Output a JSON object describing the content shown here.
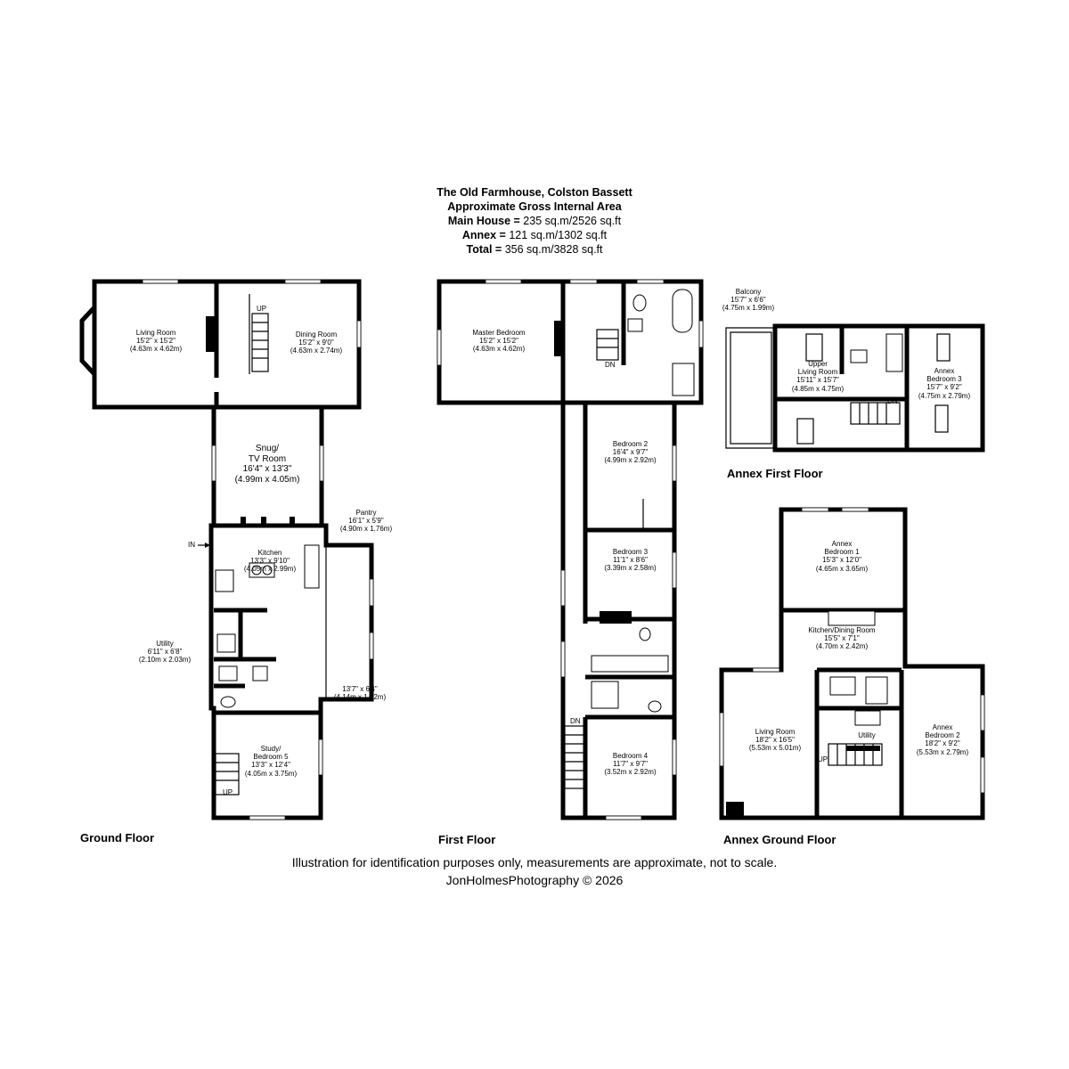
{
  "header": {
    "title": "The Old Farmhouse, Colston Bassett",
    "subtitle": "Approximate Gross Internal Area",
    "main_label": "Main House =",
    "main_value": "235 sq.m/2526 sq.ft",
    "annex_label": "Annex =",
    "annex_value": "121 sq.m/1302 sq.ft",
    "total_label": "Total =",
    "total_value": "356 sq.m/3828 sq.ft"
  },
  "floors": {
    "ground": "Ground Floor",
    "first": "First Floor",
    "annex_first": "Annex First Floor",
    "annex_ground": "Annex Ground Floor"
  },
  "markers": {
    "up": "UP",
    "dn": "DN",
    "in": "IN"
  },
  "rooms": {
    "gf_living": {
      "name": "Living Room",
      "dims": "15'2\" x 15'2\"",
      "metric": "(4.63m x 4.62m)"
    },
    "gf_dining": {
      "name": "Dining Room",
      "dims": "15'2\" x 9'0\"",
      "metric": "(4.63m x 2.74m)"
    },
    "gf_snug": {
      "name": "Snug/",
      "name2": "TV Room",
      "dims": "16'4\" x 13'3\"",
      "metric": "(4.99m x 4.05m)"
    },
    "gf_pantry": {
      "name": "Pantry",
      "dims": "16'1\" x 5'9\"",
      "metric": "(4.90m x 1.76m)"
    },
    "gf_kitchen": {
      "name": "Kitchen",
      "dims": "13'3\" x 9'10\"",
      "metric": "(4.05m x 2.99m)"
    },
    "gf_utility": {
      "name": "Utility",
      "dims": "6'11\" x 6'8\"",
      "metric": "(2.10m x 2.03m)"
    },
    "gf_hall": {
      "dims": "13'7\" x 6'4\"",
      "metric": "(4.14m x 1.92m)"
    },
    "gf_study": {
      "name": "Study/",
      "name2": "Bedroom 5",
      "dims": "13'3\" x 12'4\"",
      "metric": "(4.05m x 3.75m)"
    },
    "ff_master": {
      "name": "Master Bedroom",
      "dims": "15'2\" x 15'2\"",
      "metric": "(4.63m x 4.62m)"
    },
    "ff_bed2": {
      "name": "Bedroom 2",
      "dims": "16'4\" x 9'7\"",
      "metric": "(4.99m x 2.92m)"
    },
    "ff_bed3": {
      "name": "Bedroom 3",
      "dims": "11'1\" x 8'6\"",
      "metric": "(3.39m x 2.58m)"
    },
    "ff_bed4": {
      "name": "Bedroom 4",
      "dims": "11'7\" x 9'7\"",
      "metric": "(3.52m x 2.92m)"
    },
    "af_balcony": {
      "name": "Balcony",
      "dims": "15'7\" x 6'6\"",
      "metric": "(4.75m x 1.99m)"
    },
    "af_upper_living": {
      "name": "Upper",
      "name2": "Living Room",
      "dims": "15'11\" x 15'7\"",
      "metric": "(4.85m x 4.75m)"
    },
    "af_bed3": {
      "name": "Annex",
      "name2": "Bedroom 3",
      "dims": "15'7\" x 9'2\"",
      "metric": "(4.75m x 2.79m)"
    },
    "ag_bed1": {
      "name": "Annex",
      "name2": "Bedroom 1",
      "dims": "15'3\" x 12'0\"",
      "metric": "(4.65m x 3.65m)"
    },
    "ag_kitchen": {
      "name": "Kitchen/Dining Room",
      "dims": "15'5\" x 7'1\"",
      "metric": "(4.70m x 2.42m)"
    },
    "ag_living": {
      "name": "Living Room",
      "dims": "18'2\" x 16'5\"",
      "metric": "(5.53m x 5.01m)"
    },
    "ag_utility": {
      "name": "Utility"
    },
    "ag_bed2": {
      "name": "Annex",
      "name2": "Bedroom 2",
      "dims": "18'2\" x 9'2\"",
      "metric": "(5.53m x 2.79m)"
    }
  },
  "footer": {
    "disclaimer": "Illustration for identification purposes only, measurements are approximate, not to scale.",
    "credit": "JonHolmesPhotography © 2026"
  }
}
